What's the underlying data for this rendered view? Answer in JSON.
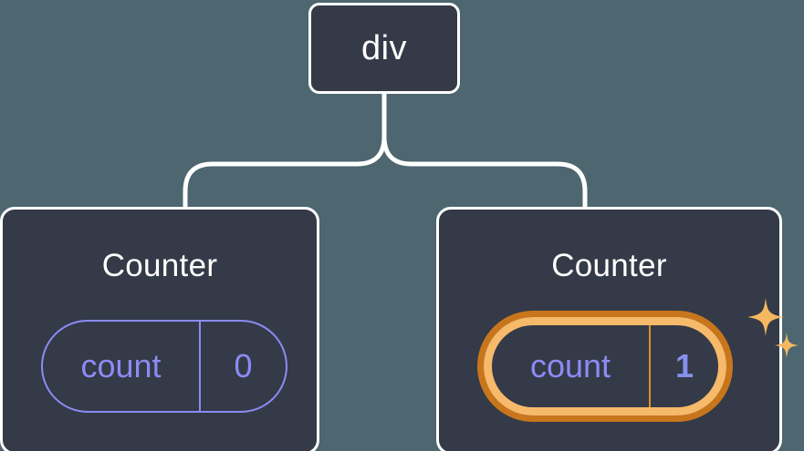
{
  "diagram": {
    "title_node": {
      "label": "div",
      "kind": "dom-element-node"
    },
    "components": [
      {
        "name": "Counter",
        "state_key": "count",
        "state_value": "0",
        "highlighted": "false"
      },
      {
        "name": "Counter",
        "state_key": "count",
        "state_value": "1",
        "highlighted": "true"
      }
    ],
    "annotations": {
      "sparkle_large": "sparkle-icon",
      "sparkle_small": "sparkle-icon"
    }
  },
  "colors": {
    "background": "#4d6670",
    "node_fill": "#343a47",
    "node_border": "#ffffff",
    "connector": "#ffffff",
    "state_accent": "#8b8bf5",
    "highlight_outer": "#c8761c",
    "highlight_inner": "#f7b96a",
    "sparkle": "#f5b860"
  }
}
